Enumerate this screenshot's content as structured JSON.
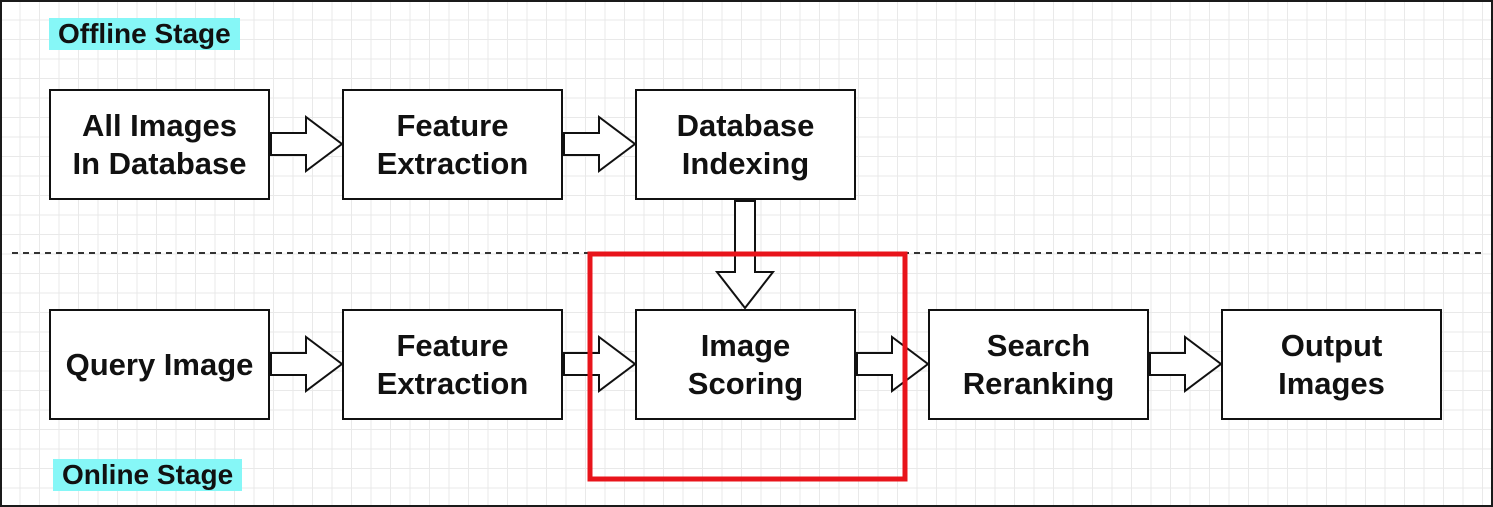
{
  "stages": {
    "offline_label": "Offline Stage",
    "online_label": "Online Stage"
  },
  "offline_nodes": [
    {
      "id": "all-images",
      "label": "All Images\nIn Database"
    },
    {
      "id": "feature-extraction-offline",
      "label": "Feature\nExtraction"
    },
    {
      "id": "database-indexing",
      "label": "Database\nIndexing"
    }
  ],
  "online_nodes": [
    {
      "id": "query-image",
      "label": "Query Image"
    },
    {
      "id": "feature-extraction-online",
      "label": "Feature\nExtraction"
    },
    {
      "id": "image-scoring",
      "label": "Image\nScoring"
    },
    {
      "id": "search-reranking",
      "label": "Search\nReranking"
    },
    {
      "id": "output-images",
      "label": "Output\nImages"
    }
  ],
  "edges": [
    {
      "from": "all-images",
      "to": "feature-extraction-offline"
    },
    {
      "from": "feature-extraction-offline",
      "to": "database-indexing"
    },
    {
      "from": "database-indexing",
      "to": "image-scoring"
    },
    {
      "from": "query-image",
      "to": "feature-extraction-online"
    },
    {
      "from": "feature-extraction-online",
      "to": "image-scoring"
    },
    {
      "from": "image-scoring",
      "to": "search-reranking"
    },
    {
      "from": "search-reranking",
      "to": "output-images"
    }
  ],
  "highlight": {
    "target": "image-scoring",
    "color": "#e8141b"
  },
  "colors": {
    "stage_label_bg": "#86f7f7",
    "box_border": "#111111",
    "grid": "#e9e9e9",
    "divider": "#333333"
  }
}
